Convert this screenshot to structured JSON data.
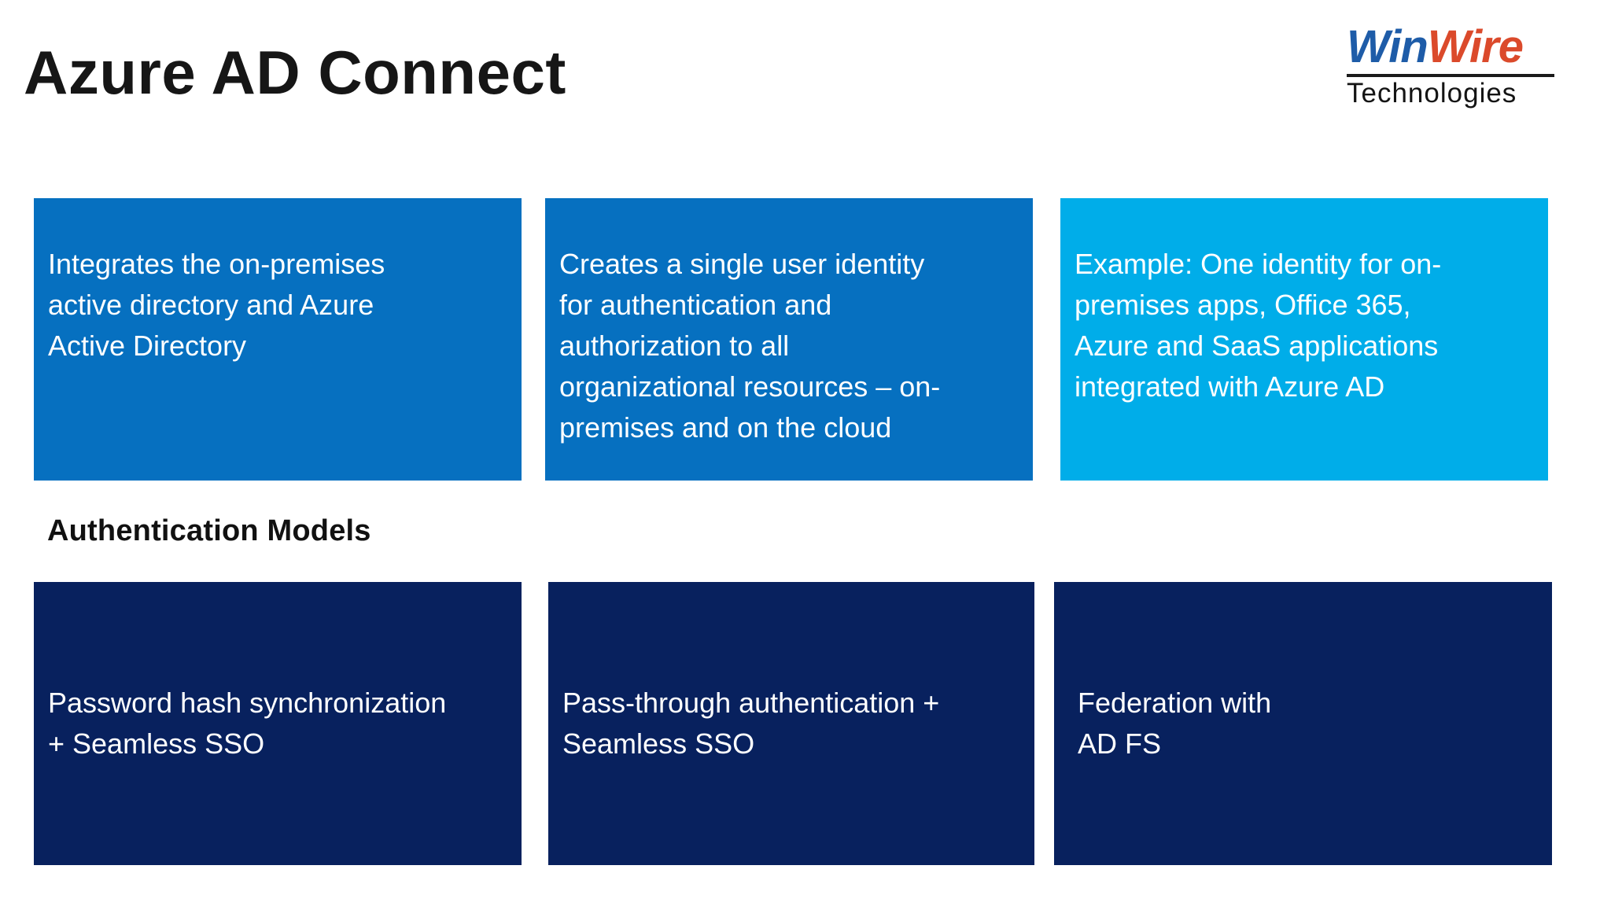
{
  "header": {
    "title": "Azure AD Connect",
    "logo": {
      "part1": "Win",
      "part2": "Wire",
      "subtitle": "Technologies",
      "part1_color": "#1E5CA8",
      "part2_color": "#DB4A2B"
    }
  },
  "info_cards": [
    {
      "text": "Integrates the on-premises\nactive directory and Azure\nActive Directory",
      "bg": "#0670c0"
    },
    {
      "text": "Creates a single user identity\nfor authentication and\nauthorization to all\norganizational resources – on-\npremises and on the cloud",
      "bg": "#0670c0"
    },
    {
      "text": "Example: One identity for on-\npremises apps, Office 365,\nAzure and SaaS applications\nintegrated with Azure AD",
      "bg": "#00ade9"
    }
  ],
  "section_heading": "Authentication Models",
  "model_cards": [
    {
      "text": "Password hash synchronization\n+ Seamless SSO",
      "bg": "#08215e"
    },
    {
      "text": "Pass-through authentication +\nSeamless SSO",
      "bg": "#08215e"
    },
    {
      "text": "Federation with\nAD FS",
      "bg": "#08215e"
    }
  ],
  "colors": {
    "background": "#ffffff",
    "info_card_blue": "#0670c0",
    "example_card_blue": "#00ade9",
    "model_card_navy": "#08215e",
    "card_text": "#ffffff",
    "title_text": "#161616",
    "logo_blue": "#1E5CA8",
    "logo_orange": "#DB4A2B"
  }
}
